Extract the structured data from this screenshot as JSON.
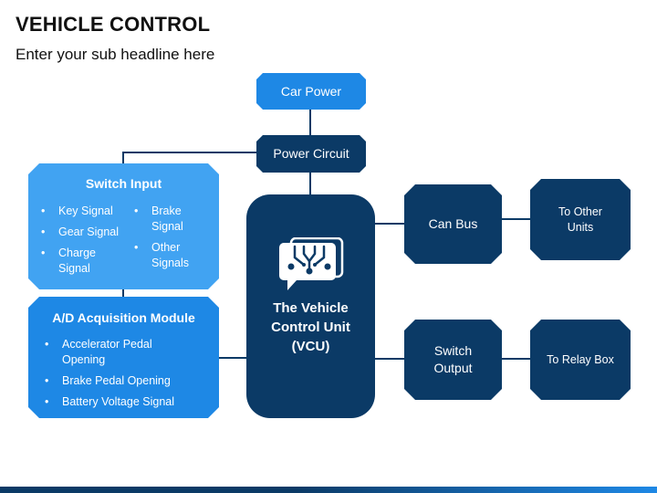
{
  "page": {
    "title": "VEHICLE CONTROL",
    "subtitle": "Enter your sub headline here"
  },
  "diagram": {
    "car_power": "Car Power",
    "power_circuit": "Power Circuit",
    "switch_input": {
      "heading": "Switch Input",
      "col1": [
        "Key Signal",
        "Gear Signal",
        "Charge Signal"
      ],
      "col2": [
        "Brake Signal",
        "Other Signals"
      ]
    },
    "ad_module": {
      "heading": "A/D Acquisition Module",
      "items": [
        "Accelerator Pedal Opening",
        "Brake Pedal Opening",
        "Battery Voltage Signal"
      ]
    },
    "vcu": {
      "label": "The Vehicle Control Unit (VCU)",
      "icon": "circuit-chat-icon"
    },
    "can_bus": "Can Bus",
    "switch_output": "Switch Output",
    "to_other_units": "To Other Units",
    "to_relay_box": "To Relay Box"
  },
  "colors": {
    "dark_navy": "#0b3a66",
    "medium_blue": "#1e88e5",
    "light_blue": "#41a3f2",
    "connector": "#0b3a66"
  }
}
